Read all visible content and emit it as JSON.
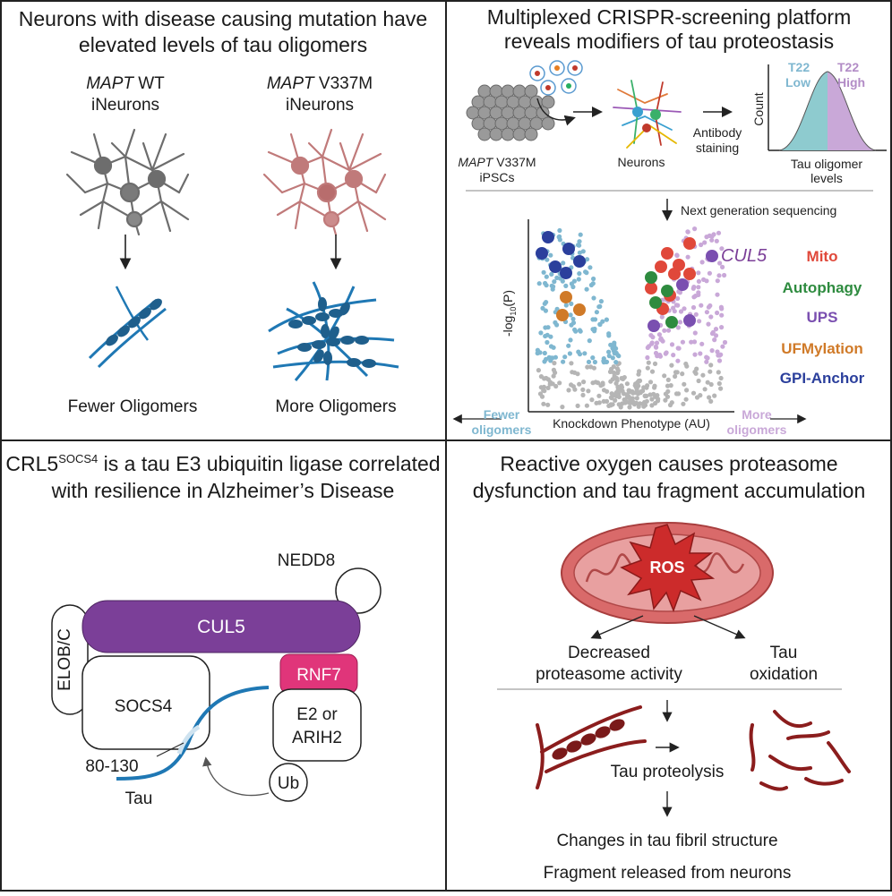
{
  "colors": {
    "grey_neuron": "#6d6d6d",
    "pink_neuron": "#c07a7a",
    "tau_blue": "#1f78b4",
    "mito": "#e0483a",
    "autophagy": "#2e8b3f",
    "ups": "#7a4fb0",
    "ufmylation": "#d07a28",
    "gpi": "#2b3f9c",
    "fewer": "#7fb7d0",
    "more": "#c9a8d8",
    "cul5": "#7b3f98",
    "rnf7": "#e0357a",
    "tau_red": "#8b1d1d",
    "mito_fill": "#d96a6a",
    "ros": "#cc2b2b"
  },
  "panel1": {
    "title_line1": "Neurons with disease causing mutation have",
    "title_line2": "elevated levels of tau oligomers",
    "left_gene": "MAPT",
    "left_genotype": " WT",
    "left_cell": "iNeurons",
    "right_gene": "MAPT",
    "right_genotype": " V337M",
    "right_cell": "iNeurons",
    "left_result": "Fewer Oligomers",
    "right_result": "More Oligomers"
  },
  "panel2": {
    "title_line1": "Multiplexed CRISPR-screening platform",
    "title_line2": "reveals modifiers of tau proteostasis",
    "ipsc_gene": "MAPT",
    "ipsc_genotype": " V337M",
    "ipsc_label": "iPSCs",
    "neurons_label": "Neurons",
    "staining_line1": "Antibody",
    "staining_line2": "staining",
    "count_label": "Count",
    "t22_low_1": "T22",
    "t22_low_2": "Low",
    "t22_high_1": "T22",
    "t22_high_2": "High",
    "oligomer_levels_1": "Tau oligomer",
    "oligomer_levels_2": "levels",
    "ngs_label": "Next generation sequencing",
    "cul5_label": "CUL5",
    "xaxis_label": "Knockdown Phenotype (AU)",
    "yaxis_label": "-log10(P)",
    "fewer_1": "Fewer",
    "fewer_2": "oligomers",
    "more_1": "More",
    "more_2": "oligomers",
    "categories": [
      "Mito",
      "Autophagy",
      "UPS",
      "UFMylation",
      "GPI-Anchor"
    ]
  },
  "panel3": {
    "title_line1_a": "CRL5",
    "title_line1_sup": "SOCS4",
    "title_line1_b": " is a tau E3 ubiquitin ligase correlated",
    "title_line2": "with resilience in Alzheimer’s Disease",
    "nedd8": "NEDD8",
    "elobc": "ELOB/C",
    "cul5": "CUL5",
    "rnf7": "RNF7",
    "socs4": "SOCS4",
    "e2_line1": "E2 or",
    "e2_line2": "ARIH2",
    "ub": "Ub",
    "region": "80-130",
    "tau": "Tau"
  },
  "panel4": {
    "title_line1": "Reactive oxygen causes proteasome",
    "title_line2": "dysfunction and tau fragment accumulation",
    "ros": "ROS",
    "left_1": "Decreased",
    "left_2": "proteasome activity",
    "right_1": "Tau",
    "right_2": "oxidation",
    "proteolysis": "Tau proteolysis",
    "fibril": "Changes in tau fibril structure",
    "released": "Fragment released from neurons"
  }
}
